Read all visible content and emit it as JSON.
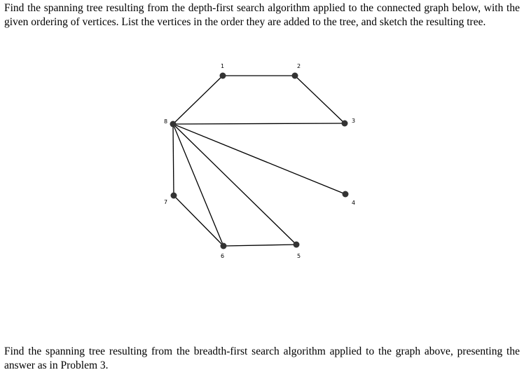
{
  "problem_3": {
    "text": "Find the spanning tree resulting from the depth-first search algorithm applied to the connected graph below, with the given ordering of vertices. List the vertices in the order they are added to the tree, and sketch the resulting tree."
  },
  "problem_4": {
    "text": "Find the spanning tree resulting from the breadth-first search algorithm applied to the graph above, presenting the answer as in Problem 3."
  },
  "graph": {
    "vertex_labels": {
      "v1": "1",
      "v2": "2",
      "v3": "3",
      "v4": "4",
      "v5": "5",
      "v6": "6",
      "v7": "7",
      "v8": "8"
    },
    "edges": [
      [
        "1",
        "2"
      ],
      [
        "2",
        "3"
      ],
      [
        "1",
        "8"
      ],
      [
        "8",
        "3"
      ],
      [
        "8",
        "4"
      ],
      [
        "8",
        "5"
      ],
      [
        "8",
        "6"
      ],
      [
        "8",
        "7"
      ],
      [
        "7",
        "6"
      ],
      [
        "6",
        "5"
      ]
    ]
  }
}
